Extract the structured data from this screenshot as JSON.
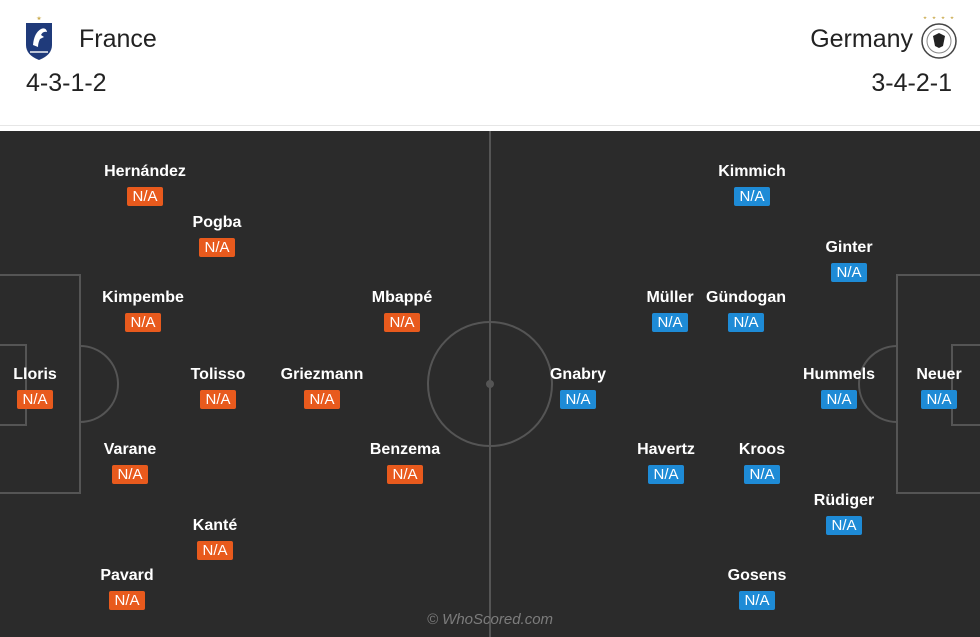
{
  "home": {
    "name": "France",
    "formation": "4-3-1-2",
    "badge_color": "#e85a1d",
    "players": [
      {
        "name": "Hernández",
        "rating": "N/A"
      },
      {
        "name": "Pogba",
        "rating": "N/A"
      },
      {
        "name": "Kimpembe",
        "rating": "N/A"
      },
      {
        "name": "Mbappé",
        "rating": "N/A"
      },
      {
        "name": "Lloris",
        "rating": "N/A"
      },
      {
        "name": "Tolisso",
        "rating": "N/A"
      },
      {
        "name": "Griezmann",
        "rating": "N/A"
      },
      {
        "name": "Varane",
        "rating": "N/A"
      },
      {
        "name": "Benzema",
        "rating": "N/A"
      },
      {
        "name": "Kanté",
        "rating": "N/A"
      },
      {
        "name": "Pavard",
        "rating": "N/A"
      }
    ]
  },
  "away": {
    "name": "Germany",
    "formation": "3-4-2-1",
    "badge_color": "#1e8bd6",
    "players": [
      {
        "name": "Kimmich",
        "rating": "N/A"
      },
      {
        "name": "Ginter",
        "rating": "N/A"
      },
      {
        "name": "Müller",
        "rating": "N/A"
      },
      {
        "name": "Gündogan",
        "rating": "N/A"
      },
      {
        "name": "Gnabry",
        "rating": "N/A"
      },
      {
        "name": "Hummels",
        "rating": "N/A"
      },
      {
        "name": "Neuer",
        "rating": "N/A"
      },
      {
        "name": "Havertz",
        "rating": "N/A"
      },
      {
        "name": "Kroos",
        "rating": "N/A"
      },
      {
        "name": "Rüdiger",
        "rating": "N/A"
      },
      {
        "name": "Gosens",
        "rating": "N/A"
      }
    ]
  },
  "watermark": "© WhoScored.com",
  "pitch_color": "#2b2b2b"
}
